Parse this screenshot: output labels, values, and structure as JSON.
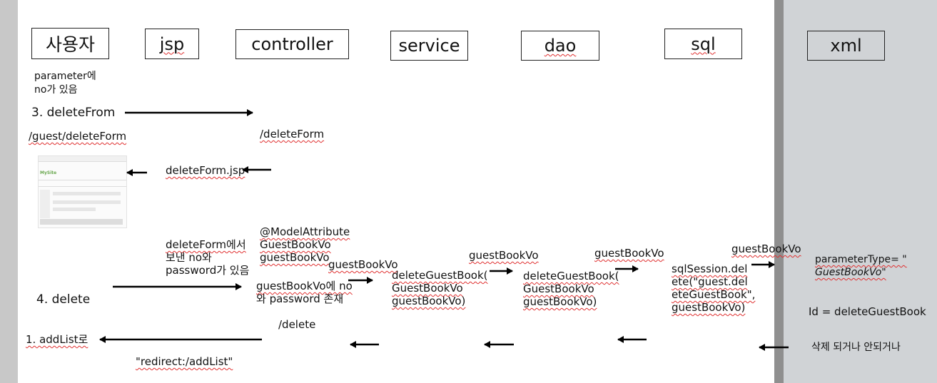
{
  "columns": {
    "user": "사용자",
    "jsp": "jsp",
    "controller": "controller",
    "service": "service",
    "dao": "dao",
    "sql": "sql",
    "xml": "xml"
  },
  "notes": {
    "param_line1": "parameter에",
    "param_line2": "no가 있음",
    "step3": "3. deleteFrom",
    "guest_path": "/guest/deleteForm",
    "delete_form_path": "/deleteForm",
    "delete_form_jsp": "deleteForm.jsp",
    "jsp_note_line1": "deleteForm에서",
    "jsp_note_line2": "보낸 no와",
    "jsp_note_line3": "password가 있음",
    "step4": "4. delete",
    "model_attr_line1": "@ModelAttribute",
    "model_attr_line2": "GuestBookVo",
    "model_attr_line3": "guestBookVo",
    "ctrl_note_line1": "guestBookVo에 no",
    "ctrl_note_line2": "와 password 존재",
    "delete_path": "/delete",
    "step1": "1. addList로",
    "redirect": "\"redirect:/addList\"",
    "vo_label_service": "guestBookVo",
    "vo_label_dao": "guestBookVo",
    "vo_label_sql": "guestBookVo",
    "vo_label_xml": "guestBookVo",
    "service_call_line1": "deleteGuestBook(",
    "service_call_line2": "GuestBookVo",
    "service_call_line3": "guestBookVo)",
    "dao_call_line1": "deleteGuestBook(",
    "dao_call_line2": "GuestBookVo",
    "dao_call_line3": "guestBookVo)",
    "sql_call_line1": "sqlSession.del",
    "sql_call_line2": "ete(\"guest.del",
    "sql_call_line3": "eteGuestBook\",",
    "sql_call_line4": "guestBookVo)",
    "xml_param_line1": "parameterType= \"",
    "xml_param_line2": "GuestBookVo\"",
    "xml_id": "Id = deleteGuestBook",
    "xml_result": "삭제 되거나 안되거나"
  },
  "thumbnail": {
    "logo": "MySite"
  }
}
